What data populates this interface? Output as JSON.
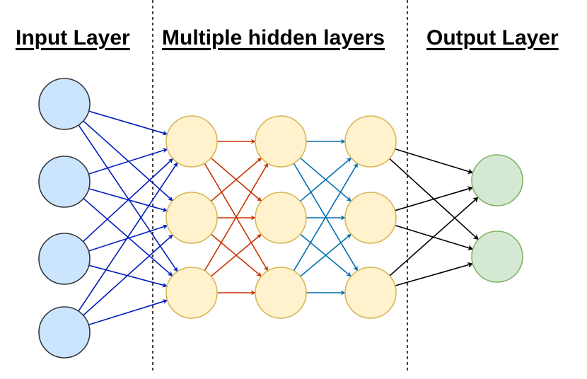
{
  "headings": {
    "input": "Input Layer",
    "hidden": "Multiple hidden layers",
    "output": "Output Layer"
  },
  "layers": [
    {
      "id": "input",
      "node_count": 4,
      "fill": "#cce5ff",
      "stroke": "#36393d"
    },
    {
      "id": "hidden-1",
      "node_count": 3,
      "fill": "#fff2cc",
      "stroke": "#d6b656"
    },
    {
      "id": "hidden-2",
      "node_count": 3,
      "fill": "#fff2cc",
      "stroke": "#d6b656"
    },
    {
      "id": "hidden-3",
      "node_count": 3,
      "fill": "#fff2cc",
      "stroke": "#d6b656"
    },
    {
      "id": "output",
      "node_count": 2,
      "fill": "#d5e8d4",
      "stroke": "#82b366"
    }
  ],
  "connections": [
    {
      "from": "input",
      "to": "hidden-1",
      "color": "#001dbc"
    },
    {
      "from": "hidden-1",
      "to": "hidden-2",
      "color": "#c73500"
    },
    {
      "from": "hidden-2",
      "to": "hidden-3",
      "color": "#006eaf"
    },
    {
      "from": "hidden-3",
      "to": "output",
      "color": "#000000"
    }
  ],
  "separators": {
    "style": "dashed",
    "color": "#000000"
  }
}
